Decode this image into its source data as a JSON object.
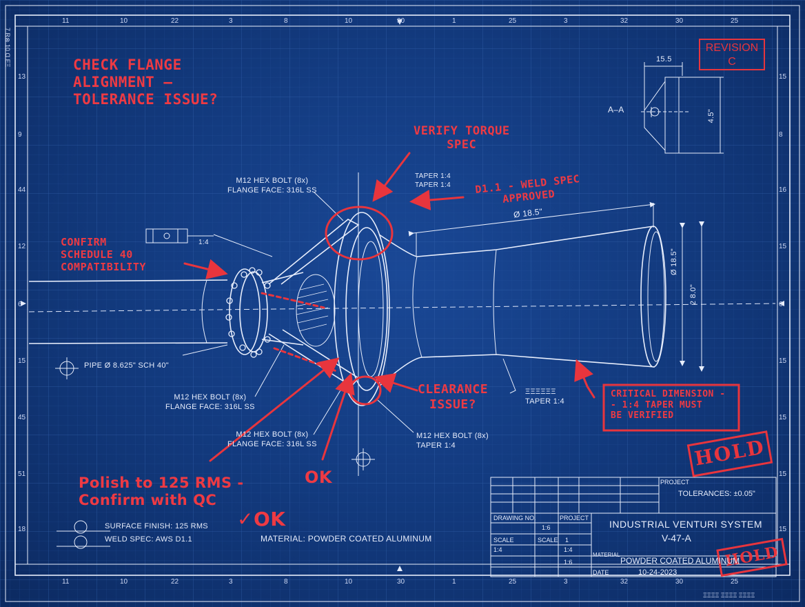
{
  "border": {
    "top_numbers": [
      "11",
      "10",
      "22",
      "3",
      "8",
      "10",
      "30",
      "1",
      "25",
      "3",
      "32",
      "30",
      "25"
    ],
    "bottom_numbers": [
      "11",
      "10",
      "22",
      "3",
      "8",
      "10",
      "30",
      "1",
      "25",
      "3",
      "32",
      "30",
      "25"
    ],
    "left_numbers": [
      "13",
      "9",
      "44",
      "12",
      "6",
      "15",
      "45",
      "51",
      "18"
    ],
    "right_numbers": [
      "15",
      "8",
      "16",
      "15",
      "6",
      "15",
      "15",
      "15",
      "15"
    ],
    "corner_top_left": "7 R⊗ 10 Ɑ EΞ",
    "corner_bottom_right": "ΞΞΞΞ ΞΞΞΞ ΞΞΞΞ"
  },
  "revision": {
    "line1": "REVISION",
    "line2": "C"
  },
  "section": {
    "label": "A–A",
    "dim_top": "15.5",
    "dim_side": "4.5\""
  },
  "labels": {
    "bolt_top": "M12 HEX BOLT (8x)\nFLANGE FACE: 316L SS",
    "taper_top": "TAPER 1:4\nTAPER 1:4",
    "small_callout": "1:4",
    "diameter_top": "Ø 18.5\"",
    "diameter_right": "Ø 18.5\"",
    "length_right": "2 8.0\"",
    "pipe": "PIPE Ø 8.625\" SCH 40\"",
    "bolt_mid": "M12 HEX BOLT (8x)\nFLANGE FACE: 316L SS",
    "bolt_low": "M12 HEX BOLT (8x)\nFLANGE FACE: 316L SS",
    "bolt_right": "M12 HEX BOLT (8x)\nTAPER 1:4",
    "taper_right": "ΞΞΞΞΞΞ\nTAPER 1:4",
    "surface": "SURFACE FINISH: 125 RMS",
    "weld": "WELD SPEC: AWS D1.1",
    "material": "MATERIAL: POWDER COATED ALUMINUM"
  },
  "notes": {
    "flange": "CHECK FLANGE\nALIGNMENT –\nTOLERANCE ISSUE?",
    "torque": "VERIFY TORQUE\nSPEC",
    "weld": "D1.1 - WELD SPEC\nAPPROVED",
    "schedule": "CONFIRM\nSCHEDULE 40\nCOMPATIBILITY",
    "clearance": "CLEARANCE\nISSUE?",
    "critical": "CRITICAL DIMENSION -\n- 1:4 TAPER MUST\nBE VERIFIED",
    "polish": "Polish to 125 RMS -\nConfirm with QC",
    "ok": "OK",
    "check_ok": "✓OK"
  },
  "title_block": {
    "tolerances": "TOLERANCES: ±0.05\"",
    "project_header": "PROJECT",
    "drawing_header": "DRAWING NO.",
    "scale_header": "SCALE",
    "scale_value": "1:4",
    "t_values": [
      "1:6",
      "1",
      "1:4",
      "1:6"
    ],
    "title": "INDUSTRIAL VENTURI SYSTEM",
    "drawing_no": "V-47-A",
    "material_header": "MATERIAL",
    "material": "POWDER COATED ALUMINUM",
    "date_header": "DATE",
    "date": "10-24-2023"
  },
  "stamps": {
    "hold": "HOLD",
    "hold_small": "HOLD"
  },
  "colors": {
    "paper": "#133b80",
    "ink": "#e8eefc",
    "redline": "#e8353d"
  }
}
